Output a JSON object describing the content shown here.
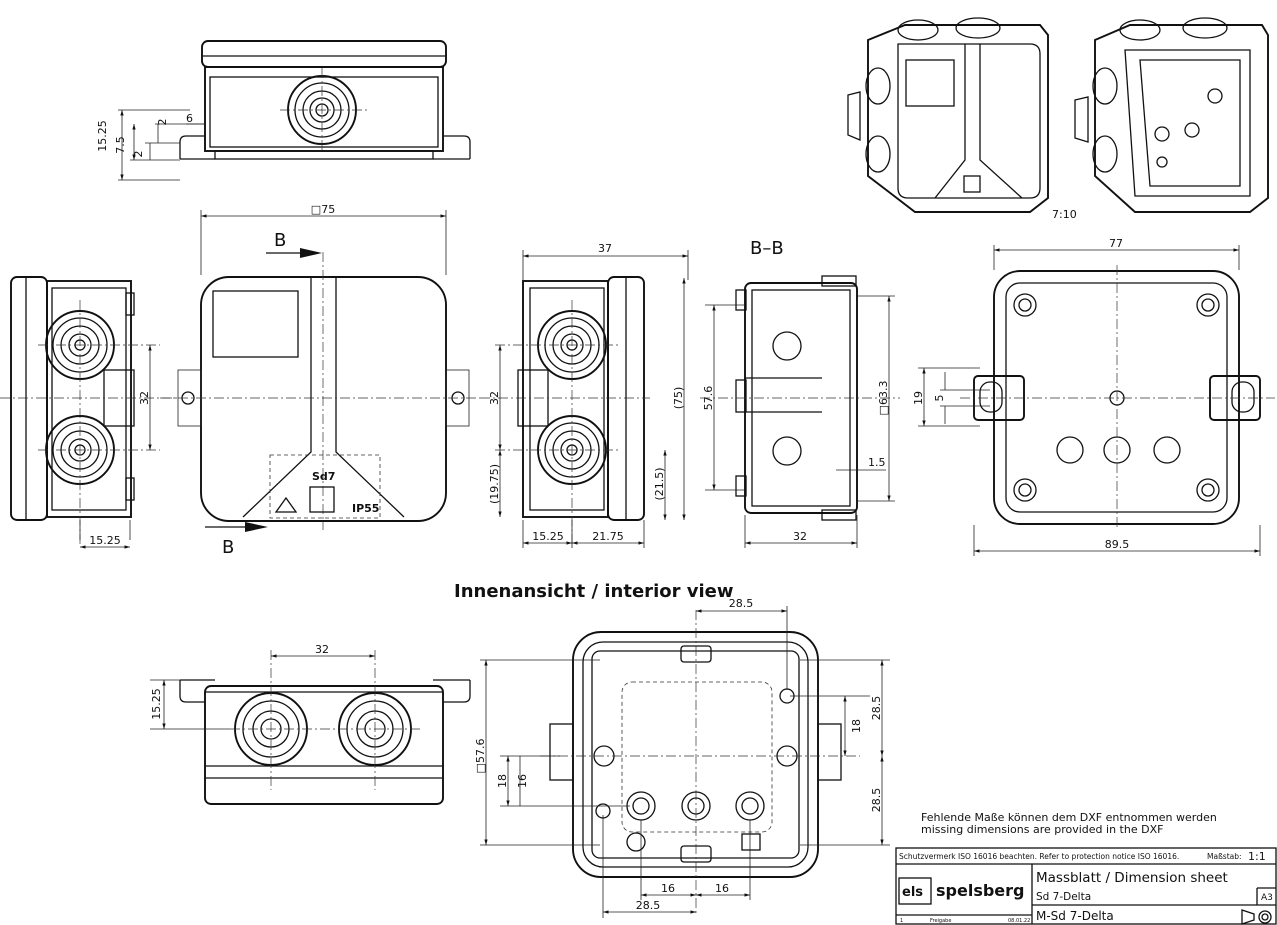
{
  "views": {
    "top": {
      "dims": [
        "15.25",
        "7.5",
        "2",
        "2",
        "6"
      ]
    },
    "side_left": {
      "dims": [
        "32",
        "15.25"
      ]
    },
    "front": {
      "dims": [
        "□75"
      ],
      "section_label": "B",
      "brand_mark": "Sd7",
      "ip_rating": "IP55"
    },
    "side_right": {
      "dims": [
        "37",
        "32",
        "(19.75)",
        "(75)",
        "(21.5)",
        "15.25",
        "21.75"
      ]
    },
    "section": {
      "title": "B–B",
      "dims": [
        "57.6",
        "□63.3",
        "1.5",
        "32"
      ]
    },
    "base": {
      "dims": [
        "77",
        "19",
        "5",
        "89.5"
      ]
    },
    "iso": {
      "scale": "7:10"
    },
    "interior_heading": "Innenansicht / interior view",
    "interior_side": {
      "dims": [
        "32",
        "15.25"
      ]
    },
    "interior_top": {
      "dims": [
        "28.5",
        "□57.6",
        "18",
        "16",
        "18",
        "28.5",
        "28.5",
        "16",
        "16",
        "28.5"
      ]
    }
  },
  "note": {
    "de": "Fehlende Maße können dem DXF entnommen werden",
    "en": "missing dimensions are provided in the DXF"
  },
  "title_block": {
    "protection": "Schutzvermerk  ISO 16016 beachten.  Refer to protection notice ISO 16016.",
    "scale_label": "Maßstab:",
    "scale_value": "1:1",
    "title": "Massblatt / Dimension sheet",
    "product": "Sd 7-Delta",
    "drawing_no": "M-Sd 7-Delta",
    "sheet_size": "A3",
    "logo_initials": "els",
    "logo_name": "spelsberg",
    "rev_index": "1",
    "rev_text": "Freigabe",
    "rev_date": "08.01.22"
  }
}
